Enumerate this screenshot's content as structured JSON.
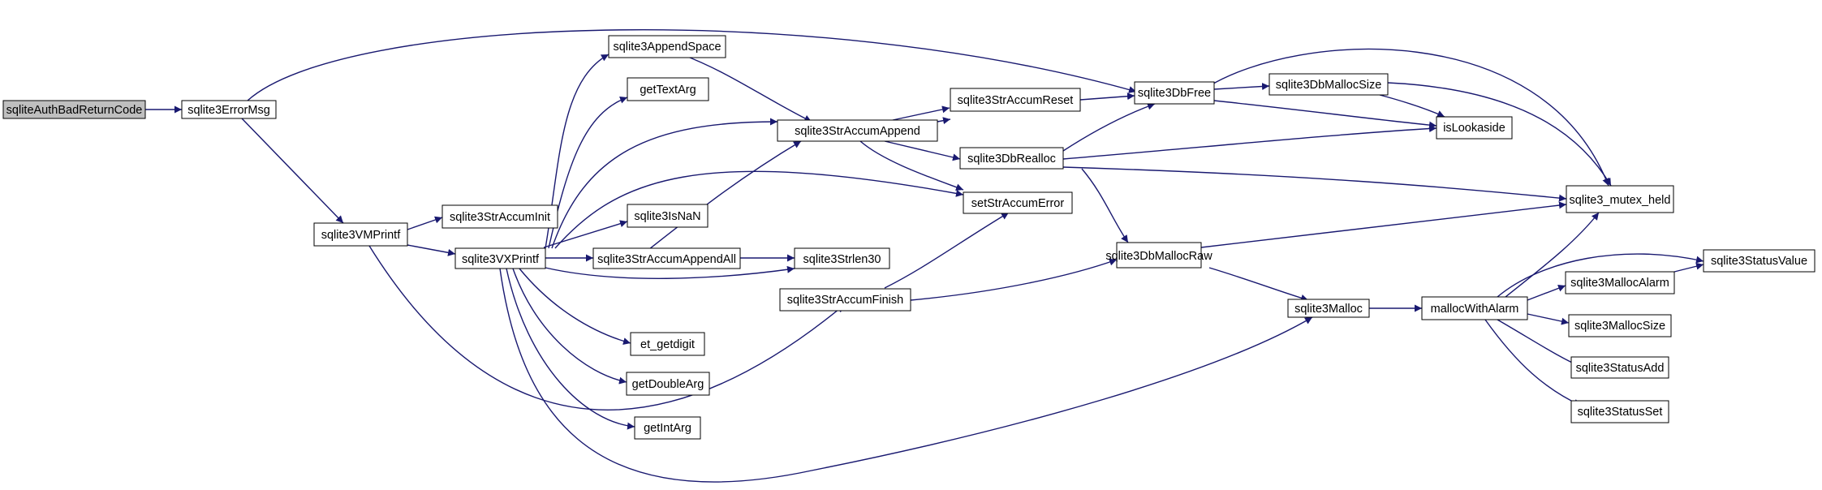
{
  "colors": {
    "edge": "#191970",
    "node_border": "#000000",
    "node_fill": "#ffffff",
    "root_fill": "#bfbfbf"
  },
  "nodes": {
    "sqliteAuthBadReturnCode": "sqliteAuthBadReturnCode",
    "sqlite3ErrorMsg": "sqlite3ErrorMsg",
    "sqlite3VMPrintf": "sqlite3VMPrintf",
    "sqlite3StrAccumInit": "sqlite3StrAccumInit",
    "sqlite3VXPrintf": "sqlite3VXPrintf",
    "sqlite3AppendSpace": "sqlite3AppendSpace",
    "getTextArg": "getTextArg",
    "sqlite3IsNaN": "sqlite3IsNaN",
    "sqlite3StrAccumAppendAll": "sqlite3StrAccumAppendAll",
    "et_getdigit": "et_getdigit",
    "getDoubleArg": "getDoubleArg",
    "getIntArg": "getIntArg",
    "sqlite3StrAccumAppend": "sqlite3StrAccumAppend",
    "sqlite3Strlen30": "sqlite3Strlen30",
    "sqlite3StrAccumFinish": "sqlite3StrAccumFinish",
    "sqlite3StrAccumReset": "sqlite3StrAccumReset",
    "sqlite3DbRealloc": "sqlite3DbRealloc",
    "setStrAccumError": "setStrAccumError",
    "sqlite3DbFree": "sqlite3DbFree",
    "sqlite3DbMallocRaw": "sqlite3DbMallocRaw",
    "sqlite3Malloc": "sqlite3Malloc",
    "sqlite3DbMallocSize": "sqlite3DbMallocSize",
    "isLookaside": "isLookaside",
    "sqlite3_mutex_held": "sqlite3_mutex_held",
    "mallocWithAlarm": "mallocWithAlarm",
    "sqlite3StatusValue": "sqlite3StatusValue",
    "sqlite3MallocAlarm": "sqlite3MallocAlarm",
    "sqlite3MallocSize": "sqlite3MallocSize",
    "sqlite3StatusAdd": "sqlite3StatusAdd",
    "sqlite3StatusSet": "sqlite3StatusSet"
  }
}
